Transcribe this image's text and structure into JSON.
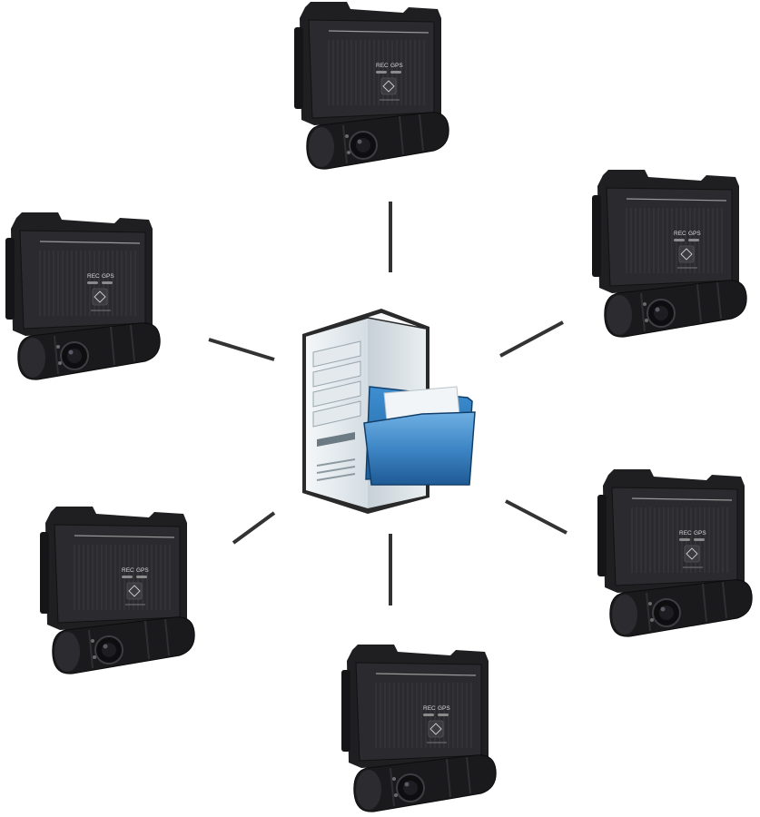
{
  "colors": {
    "background": "#ffffff",
    "device_body": "#1f1f22",
    "device_panel": "#2b2b2f",
    "connector": "#333333",
    "server_body": "#e8eef2",
    "folder": "#2f7bbf"
  },
  "devices": [
    {
      "id": "top",
      "rec_label": "REC",
      "gps_label": "GPS"
    },
    {
      "id": "upper-right",
      "rec_label": "REC",
      "gps_label": "GPS"
    },
    {
      "id": "lower-right",
      "rec_label": "REC",
      "gps_label": "GPS"
    },
    {
      "id": "bottom",
      "rec_label": "REC",
      "gps_label": "GPS"
    },
    {
      "id": "lower-left",
      "rec_label": "REC",
      "gps_label": "GPS"
    },
    {
      "id": "upper-left",
      "rec_label": "REC",
      "gps_label": "GPS"
    }
  ],
  "center": {
    "icon": "server-with-folder-icon"
  }
}
